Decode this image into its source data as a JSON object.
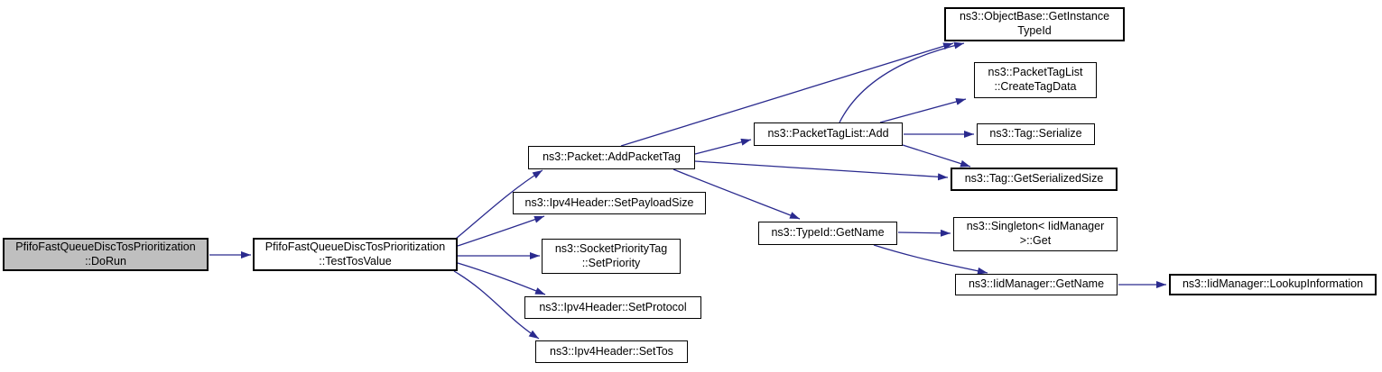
{
  "diagram": {
    "kind": "doxygen-call-graph",
    "colors": {
      "edge": "#2a2a8e",
      "node_border": "#000000",
      "node_fill": "#ffffff",
      "root_node_fill": "#bfbfbf",
      "background": "#ffffff",
      "text": "#000000"
    },
    "nodes": [
      {
        "id": "dorun",
        "label": "PfifoFastQueueDiscTosPrioritization\n::DoRun"
      },
      {
        "id": "testtosvalue",
        "label": "PfifoFastQueueDiscTosPrioritization\n::TestTosValue"
      },
      {
        "id": "addpackettag",
        "label": "ns3::Packet::AddPacketTag"
      },
      {
        "id": "setpayloadsize",
        "label": "ns3::Ipv4Header::SetPayloadSize"
      },
      {
        "id": "setpriority",
        "label": "ns3::SocketPriorityTag\n::SetPriority"
      },
      {
        "id": "setprotocol",
        "label": "ns3::Ipv4Header::SetProtocol"
      },
      {
        "id": "settos",
        "label": "ns3::Ipv4Header::SetTos"
      },
      {
        "id": "packettaglist-add",
        "label": "ns3::PacketTagList::Add"
      },
      {
        "id": "typeid-getname",
        "label": "ns3::TypeId::GetName"
      },
      {
        "id": "getinstancetypeid",
        "label": "ns3::ObjectBase::GetInstance\nTypeId"
      },
      {
        "id": "createtagdata",
        "label": "ns3::PacketTagList\n::CreateTagData"
      },
      {
        "id": "tag-serialize",
        "label": "ns3::Tag::Serialize"
      },
      {
        "id": "tag-getserializedsize",
        "label": "ns3::Tag::GetSerializedSize"
      },
      {
        "id": "singleton-get",
        "label": "ns3::Singleton< IidManager\n>::Get"
      },
      {
        "id": "iidmanager-getname",
        "label": "ns3::IidManager::GetName"
      },
      {
        "id": "iidmanager-lookupinformation",
        "label": "ns3::IidManager::LookupInformation"
      }
    ],
    "edges": [
      {
        "from": "dorun",
        "to": "testtosvalue"
      },
      {
        "from": "testtosvalue",
        "to": "addpackettag"
      },
      {
        "from": "testtosvalue",
        "to": "setpayloadsize"
      },
      {
        "from": "testtosvalue",
        "to": "setpriority"
      },
      {
        "from": "testtosvalue",
        "to": "setprotocol"
      },
      {
        "from": "testtosvalue",
        "to": "settos"
      },
      {
        "from": "addpackettag",
        "to": "getinstancetypeid"
      },
      {
        "from": "addpackettag",
        "to": "packettaglist-add"
      },
      {
        "from": "addpackettag",
        "to": "tag-getserializedsize"
      },
      {
        "from": "addpackettag",
        "to": "typeid-getname"
      },
      {
        "from": "packettaglist-add",
        "to": "getinstancetypeid"
      },
      {
        "from": "packettaglist-add",
        "to": "createtagdata"
      },
      {
        "from": "packettaglist-add",
        "to": "tag-serialize"
      },
      {
        "from": "packettaglist-add",
        "to": "tag-getserializedsize"
      },
      {
        "from": "typeid-getname",
        "to": "singleton-get"
      },
      {
        "from": "typeid-getname",
        "to": "iidmanager-getname"
      },
      {
        "from": "iidmanager-getname",
        "to": "iidmanager-lookupinformation"
      }
    ]
  }
}
